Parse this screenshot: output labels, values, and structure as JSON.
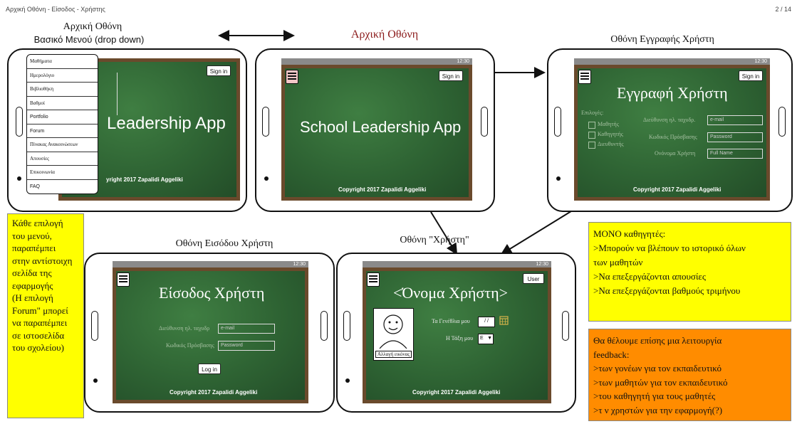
{
  "page": {
    "title": "Αρχική Οθόνη - Είσοδος - Χρήστης",
    "page_number": "2 / 14"
  },
  "captions": {
    "home_menu_line1": "Αρχική Οθόνη",
    "home_menu_line2": "Βασικό Μενού (drop down)",
    "home": "Αρχική Οθόνη",
    "signup": "Οθόνη Εγγραφής Χρήστη",
    "login": "Οθόνη Εισόδου Χρήστη",
    "user": "Οθόνη \"Χρήστη\""
  },
  "status_time": "12:30",
  "menu_phone": {
    "app_title": "Leadership App",
    "sign_in": "Sign in",
    "copyright": "yright 2017  Zapalidi Aggeliki",
    "dropdown_items": [
      "Μαθήματα",
      "Ημερολόγιο",
      "Βιβλιοθήκη",
      "Βαθμοί",
      "Portfolio",
      "Forum",
      "Πίνακας Ανακοινώσεων",
      "Απουσίες",
      "Επικοινωνία",
      "FAQ"
    ]
  },
  "home_phone": {
    "app_title": "School Leadership App",
    "sign_in": "Sign in",
    "copyright": "Copyright 2017  Zapalidi Aggeliki"
  },
  "signup_phone": {
    "title": "Εγγραφή Χρήστη",
    "sign_in": "Sign in",
    "options_label": "Επιλογές:",
    "roles": [
      "Μαθητής",
      "Καθηγητής",
      "Διευθυντής"
    ],
    "email_label": "Διεύθυνση ηλ. ταχυδρ.",
    "email_placeholder": "e-mail",
    "password_label": "Κωδικός Πρόσβασης",
    "password_placeholder": "Password",
    "name_label": "Ονόνομα Χρήστη",
    "name_placeholder": "Full Name",
    "copyright": "Copyright 2017  Zapalidi Aggeliki"
  },
  "login_phone": {
    "title": "Είσοδος Χρήστη",
    "email_label": "Διεύθυνση ηλ. ταχυδρ",
    "email_placeholder": "e-mail",
    "password_label": "Κωδικός Πρόσβασης",
    "password_placeholder": "Password",
    "login_button": "Log in",
    "copyright": "Copyright 2017  Zapalidi Aggeliki"
  },
  "user_phone": {
    "title": "<Όνομα Χρήστη>",
    "user_button": "User",
    "birthday_label": "Τα Γενέθλια μου",
    "birthday_value": "/ /",
    "class_label": "Η Τάξη μου",
    "class_value": "E",
    "change_image": "Αλλαγή εικόνας",
    "copyright": "Copyright 2017  Zapalidi Aggeliki"
  },
  "notes": {
    "menu_note": [
      "Κάθε επιλογή",
      "του μενού,",
      "παραπέμπει",
      "στην αντίστοιχη",
      "σελίδα της",
      "εφαρμογής",
      "(Η επιλογή",
      "Forum\" μπορεί",
      "να παραπέμπει",
      "σε ιστοσελίδα",
      "του σχολείου)"
    ],
    "teachers_note": [
      "ΜΟΝΟ καθηγητές:",
      ">Μπορούν να βλέπουν το ιστορικό όλων",
      "των μαθητών",
      ">Να επεξεργάζονται απουσίες",
      ">Να επεξεργάζονται βαθμούς τριμήνου"
    ],
    "feedback_note": [
      "Θα θέλουμε επίσης μια λειτουργία",
      "feedback:",
      ">των γονέων για τον εκπαιδευτικό",
      ">των μαθητών για τον εκπαιδευτικό",
      ">του καθηγητή για τους μαθητές",
      ">τ ν χρηστών για την εφαρμογή(?)"
    ]
  },
  "colors": {
    "yellow_note": "#ffff00",
    "orange_note": "#ff8c00",
    "board": "#2e6333",
    "frame": "#6a4a2c"
  }
}
